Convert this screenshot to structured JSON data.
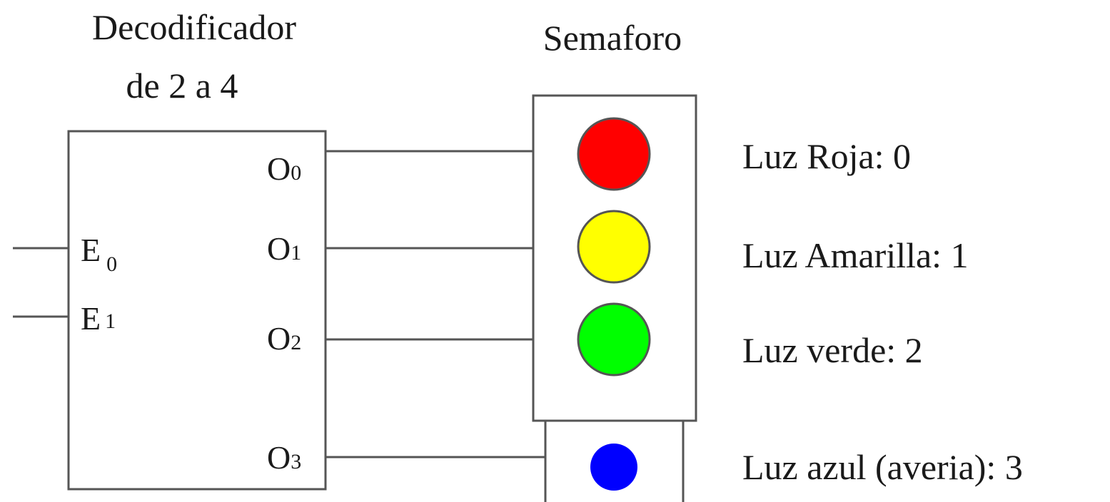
{
  "decoder": {
    "title_line1": "Decodificador",
    "title_line2": "de 2 a 4",
    "inputs": [
      {
        "letter": "E",
        "index": "0"
      },
      {
        "letter": "E",
        "index": "1"
      }
    ],
    "outputs": [
      {
        "letter": "O",
        "index": "0"
      },
      {
        "letter": "O",
        "index": "1"
      },
      {
        "letter": "O",
        "index": "2"
      },
      {
        "letter": "O",
        "index": "3"
      }
    ]
  },
  "semaforo": {
    "title": "Semaforo",
    "lights": [
      {
        "label": "Luz Roja: 0",
        "color": "#ff0000"
      },
      {
        "label": "Luz Amarilla: 1",
        "color": "#ffff00"
      },
      {
        "label": "Luz verde: 2",
        "color": "#00ff00"
      },
      {
        "label": "Luz azul (averia): 3",
        "color": "#0000ff"
      }
    ]
  }
}
